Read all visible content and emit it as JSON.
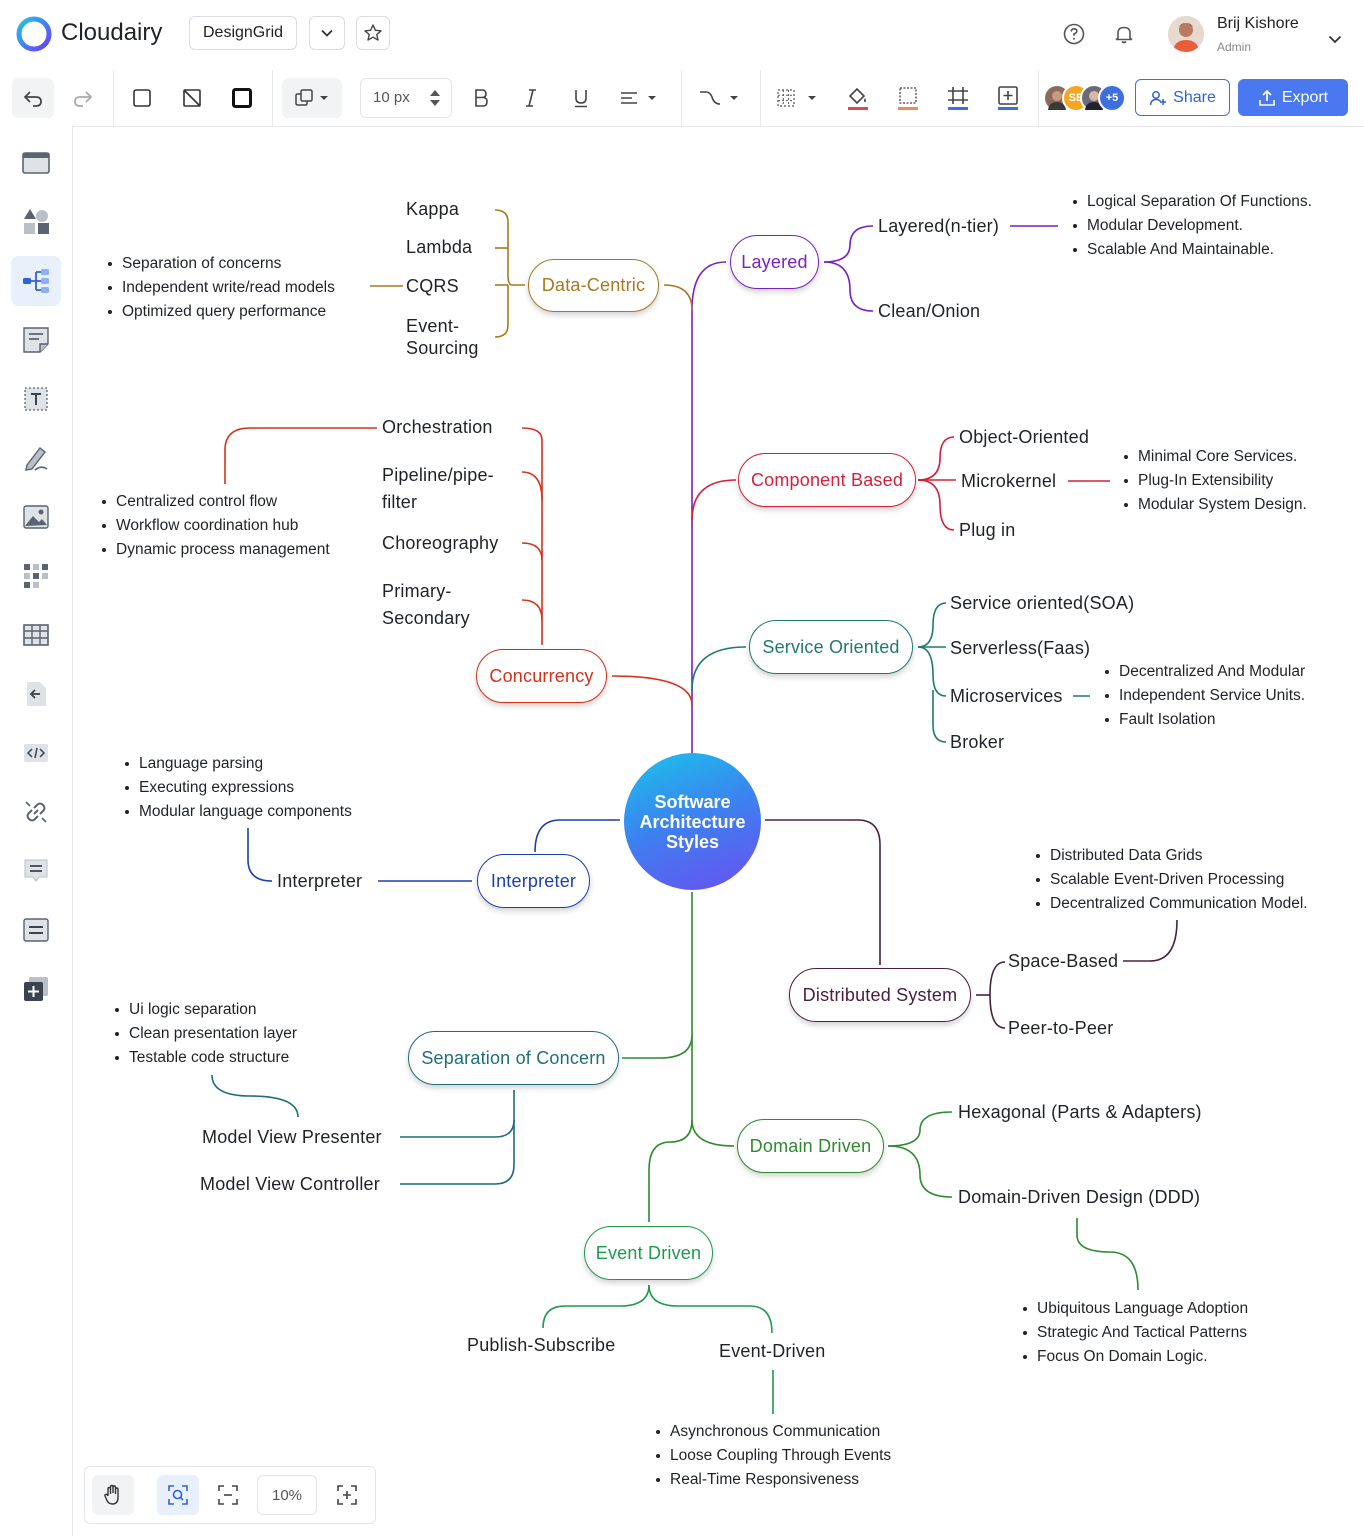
{
  "app": {
    "name": "Cloudairy",
    "document": "DesignGrid"
  },
  "user": {
    "name": "Brij Kishore",
    "role": "Admin"
  },
  "toolbar": {
    "font_size": "10 px",
    "share_label": "Share",
    "export_label": "Export",
    "collaborators_more": "+5",
    "collaborator_initials": "SE"
  },
  "zoom": {
    "level": "10%"
  },
  "icons": {
    "top": [
      "logo-icon",
      "chevron-down-icon",
      "star-icon",
      "help-icon",
      "bell-icon",
      "avatar"
    ],
    "toolbar": [
      "undo-icon",
      "redo-icon",
      "square-icon",
      "no-fill-icon",
      "border-icon",
      "arrange-icon",
      "bold-icon",
      "italic-icon",
      "underline-icon",
      "align-icon",
      "connector-icon",
      "grid-pattern-icon",
      "fill-color-icon",
      "border-color-icon",
      "frame-icon",
      "add-box-icon"
    ],
    "sidebar": [
      "frame-icon",
      "shapes-icon",
      "mindmap-icon",
      "sticky-note-icon",
      "text-icon",
      "pen-icon",
      "image-icon",
      "components-icon",
      "table-icon",
      "import-icon",
      "code-icon",
      "link-icon",
      "comment-icon",
      "list-icon",
      "add-page-icon"
    ],
    "zoom": [
      "hand-icon",
      "fit-screen-icon",
      "zoom-out-icon",
      "zoom-in-icon"
    ]
  },
  "colors": {
    "accent": "#4a78f0",
    "datacentric": "#a7791f",
    "layered": "#7a1fc4",
    "component": "#d61f3a",
    "service": "#1f7a6e",
    "concurrency": "#d6301a",
    "interpreter": "#1e3fae",
    "distributed": "#4a2040",
    "separation": "#1f6e7a",
    "domain": "#2f8a2f",
    "event": "#1f9a4a"
  },
  "mindmap": {
    "center": "Software Architecture Styles",
    "data_centric": {
      "label": "Data-Centric",
      "children": [
        "Kappa",
        "Lambda",
        "CQRS",
        "Event-Sourcing"
      ],
      "notes": [
        "Separation of concerns",
        "Independent write/read models",
        "Optimized query performance"
      ]
    },
    "layered": {
      "label": "Layered",
      "children": [
        "Layered(n-tier)",
        "Clean/Onion"
      ],
      "notes": [
        "Logical Separation Of Functions.",
        "Modular Development.",
        "Scalable And Maintainable."
      ]
    },
    "component": {
      "label": "Component Based",
      "children": [
        "Object-Oriented",
        "Microkernel",
        "Plug in"
      ],
      "notes": [
        "Minimal Core Services.",
        "Plug-In Extensibility",
        "Modular System Design."
      ]
    },
    "concurrency": {
      "label": "Concurrency",
      "children": [
        "Orchestration",
        "Pipeline/pipe-filter",
        "Choreography",
        "Primary-Secondary"
      ],
      "notes": [
        "Centralized control flow",
        "Workflow coordination hub",
        "Dynamic process management"
      ]
    },
    "service": {
      "label": "Service Oriented",
      "children": [
        "Service oriented(SOA)",
        "Serverless(Faas)",
        "Microservices",
        "Broker"
      ],
      "notes": [
        "Decentralized And Modular",
        "Independent Service Units.",
        "Fault Isolation"
      ]
    },
    "interpreter": {
      "label": "Interpreter",
      "children": [
        "Interpreter"
      ],
      "notes": [
        "Language parsing",
        "Executing expressions",
        "Modular language components"
      ]
    },
    "distributed": {
      "label": "Distributed System",
      "children": [
        "Space-Based",
        "Peer-to-Peer"
      ],
      "notes": [
        "Distributed Data Grids",
        "Scalable Event-Driven Processing",
        "Decentralized Communication Model."
      ]
    },
    "separation": {
      "label": "Separation of Concern",
      "children": [
        "Model View Presenter",
        "Model View Controller"
      ],
      "notes": [
        "Ui logic separation",
        "Clean presentation layer",
        "Testable code structure"
      ]
    },
    "domain": {
      "label": "Domain Driven",
      "children": [
        "Hexagonal (Parts & Adapters)",
        "Domain-Driven Design (DDD)"
      ],
      "notes": [
        "Ubiquitous Language Adoption",
        "Strategic And Tactical Patterns",
        "Focus On Domain Logic."
      ]
    },
    "event": {
      "label": "Event Driven",
      "children": [
        "Publish-Subscribe",
        "Event-Driven"
      ],
      "notes": [
        "Asynchronous Communication",
        "Loose Coupling Through Events",
        "Real-Time Responsiveness"
      ]
    }
  }
}
